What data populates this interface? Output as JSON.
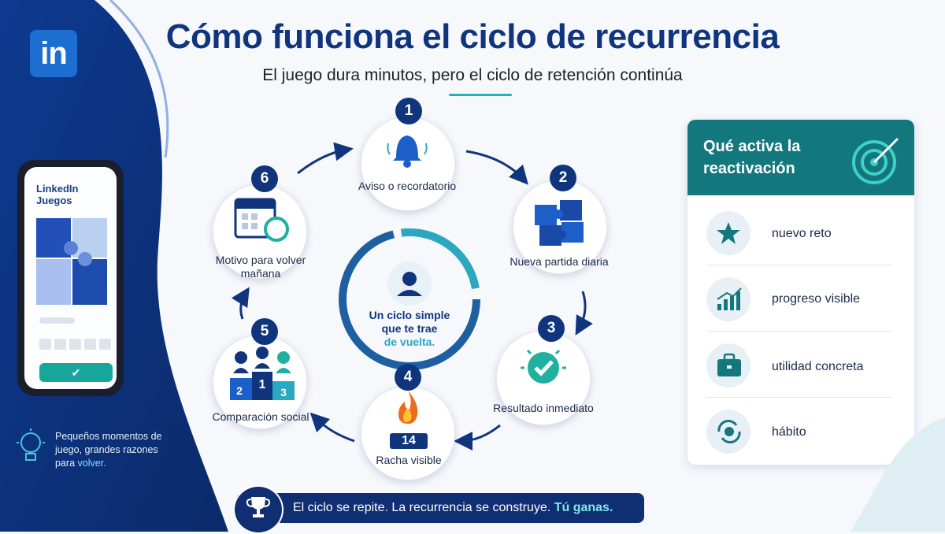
{
  "brand": {
    "logo_text": "in"
  },
  "header": {
    "title": "Cómo funciona el ciclo de recurrencia",
    "subtitle": "El juego dura minutos, pero el ciclo de retención continúa"
  },
  "phone": {
    "title": "LinkedIn Juegos"
  },
  "tip": {
    "text_prefix": "Pequeños momentos de juego, grandes razones para ",
    "text_highlight": "volver."
  },
  "cycle": {
    "steps": [
      {
        "number": "1",
        "label": "Aviso o recordatorio",
        "icon": "bell-icon"
      },
      {
        "number": "2",
        "label": "Nueva partida diaria",
        "icon": "puzzle-icon"
      },
      {
        "number": "3",
        "label": "Resultado inmediato",
        "icon": "check-icon"
      },
      {
        "number": "4",
        "label": "Racha visible",
        "icon": "flame-icon",
        "badge": "14"
      },
      {
        "number": "5",
        "label": "Comparación social",
        "icon": "podium-icon",
        "podium": [
          "2",
          "1",
          "3"
        ]
      },
      {
        "number": "6",
        "label": "Motivo para volver mañana",
        "icon": "calendar-icon"
      }
    ],
    "center": {
      "line1": "Un ciclo simple",
      "line2": "que te trae",
      "line3": "de vuelta."
    }
  },
  "sidebar_card": {
    "title": "Qué activa la reactivación",
    "items": [
      {
        "label": "nuevo reto",
        "icon": "star-icon"
      },
      {
        "label": "progreso visible",
        "icon": "chart-icon"
      },
      {
        "label": "utilidad concreta",
        "icon": "briefcase-icon"
      },
      {
        "label": "hábito",
        "icon": "refresh-check-icon"
      }
    ]
  },
  "banner": {
    "text": "El ciclo se repite. La recurrencia se construye. ",
    "highlight": "Tú ganas."
  },
  "colors": {
    "navy": "#10357d",
    "teal": "#13787d",
    "accent": "#2ba7c0",
    "blue": "#1c6fd1"
  }
}
